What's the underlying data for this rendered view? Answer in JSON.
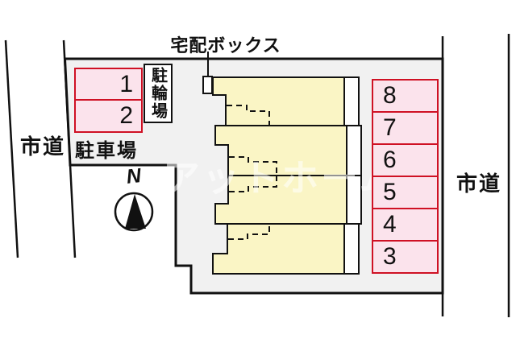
{
  "diagram": {
    "delivery_box_label": "宅配ボックス",
    "bicycle_parking_label": "駐輪場",
    "parking_lot_label": "駐車場",
    "road_left_label": "市道",
    "road_right_label": "市道",
    "compass_north_label": "N",
    "watermark_text": "アットホーム"
  },
  "parking_spaces": {
    "left": [
      {
        "number": "1"
      },
      {
        "number": "2"
      }
    ],
    "right": [
      {
        "number": "8"
      },
      {
        "number": "7"
      },
      {
        "number": "6"
      },
      {
        "number": "5"
      },
      {
        "number": "4"
      },
      {
        "number": "3"
      }
    ]
  },
  "colors": {
    "site_fill": "#f1f1f1",
    "building_fill": "#faf5c5",
    "balcony_fill": "#ffffff",
    "space_fill": "#fbe3ec",
    "space_border": "#cf1124",
    "outline": "#111111"
  }
}
